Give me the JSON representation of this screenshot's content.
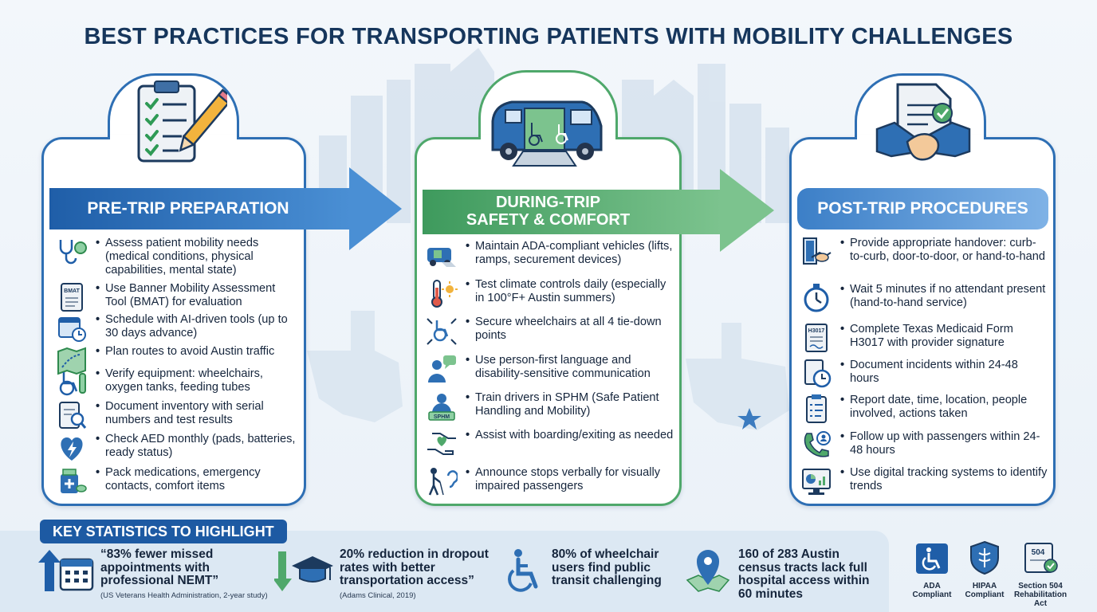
{
  "title": "BEST PRACTICES FOR TRANSPORTING PATIENTS WITH MOBILITY CHALLENGES",
  "pre_trip": {
    "heading": "PRE-TRIP PREPARATION",
    "items": [
      {
        "icon": "stethoscope-brain-icon",
        "text": "Assess patient mobility needs (medical conditions, physical capabilities, mental state)"
      },
      {
        "icon": "bmat-document-icon",
        "icon_label": "BMAT",
        "text": "Use Banner Mobility Assessment Tool (BMAT) for evaluation"
      },
      {
        "icon": "calendar-clock-icon",
        "text": "Schedule with AI-driven tools (up to 30 days advance)"
      },
      {
        "icon": "map-route-icon",
        "text": "Plan routes to avoid Austin traffic"
      },
      {
        "icon": "wheelchair-oxygen-icon",
        "text": "Verify equipment: wheelchairs, oxygen tanks, feeding tubes"
      },
      {
        "icon": "clipboard-magnifier-icon",
        "text": "Document inventory with serial numbers and test results"
      },
      {
        "icon": "heart-bolt-icon",
        "text": "Check AED monthly (pads, batteries, ready status)"
      },
      {
        "icon": "medication-kit-icon",
        "text": "Pack medications, emergency contacts, comfort items"
      }
    ]
  },
  "during_trip": {
    "heading_line1": "DURING-TRIP",
    "heading_line2": "SAFETY & COMFORT",
    "items": [
      {
        "icon": "van-ramp-icon",
        "text": "Maintain ADA-compliant vehicles (lifts, ramps, securement devices)"
      },
      {
        "icon": "thermometer-sun-icon",
        "text": "Test climate controls daily (especially in 100°F+ Austin summers)"
      },
      {
        "icon": "wheelchair-tiedown-icon",
        "text": "Secure wheelchairs at all 4 tie-down points"
      },
      {
        "icon": "person-speech-icon",
        "text": "Use person-first language and disability-sensitive communication"
      },
      {
        "icon": "driver-sphm-icon",
        "icon_label": "SPHM",
        "text": "Train drivers in SPHM (Safe Patient Handling and Mobility)"
      },
      {
        "icon": "helping-hands-icon",
        "text": "Assist with boarding/exiting as needed"
      },
      {
        "icon": "cane-ear-icon",
        "text": "Announce stops verbally for visually impaired passengers"
      }
    ]
  },
  "post_trip": {
    "heading": "POST-TRIP PROCEDURES",
    "items": [
      {
        "icon": "door-handshake-icon",
        "text": "Provide appropriate handover: curb-to-curb, door-to-door, or hand-to-hand"
      },
      {
        "icon": "stopwatch-icon",
        "text": "Wait 5 minutes if no attendant present (hand-to-hand service)"
      },
      {
        "icon": "form-h3017-icon",
        "icon_label": "H3017",
        "text": "Complete Texas Medicaid Form H3017 with provider signature"
      },
      {
        "icon": "document-clock-icon",
        "text": "Document incidents within 24-48 hours"
      },
      {
        "icon": "clipboard-checklist-icon",
        "text": "Report date, time, location, people involved, actions taken"
      },
      {
        "icon": "phone-person-icon",
        "text": "Follow up with passengers within 24-48 hours"
      },
      {
        "icon": "monitor-chart-icon",
        "text": "Use digital tracking systems to identify trends"
      }
    ]
  },
  "stats": {
    "heading": "KEY STATISTICS TO HIGHLIGHT",
    "items": [
      {
        "icon": "up-arrow-calendar-icon",
        "text": "“83% fewer missed appointments with professional NEMT”",
        "source": "(US Veterans Health Administration, 2-year study)"
      },
      {
        "icon": "down-arrow-graduation-cap-icon",
        "text": "20% reduction in dropout rates with better transportation access”",
        "source": "(Adams Clinical, 2019)"
      },
      {
        "icon": "wheelchair-icon",
        "text": "80% of wheelchair users find public transit challenging",
        "source": ""
      },
      {
        "icon": "map-pin-icon",
        "text": "160 of 283 Austin census tracts lack full hospital access within 60 minutes",
        "source": ""
      }
    ]
  },
  "badges": [
    {
      "icon": "ada-wheelchair-icon",
      "label_line1": "ADA",
      "label_line2": "Compliant"
    },
    {
      "icon": "hipaa-shield-icon",
      "label_line1": "HIPAA",
      "label_line2": "Compliant"
    },
    {
      "icon": "section-504-scroll-icon",
      "icon_label": "504",
      "label_line1": "Section 504",
      "label_line2": "Rehabilitation",
      "label_line3": "Act"
    }
  ],
  "colors": {
    "blue": "#2e6fb4",
    "green": "#4fa86b",
    "navy": "#16365c",
    "light_blue": "#7fb2e6"
  }
}
